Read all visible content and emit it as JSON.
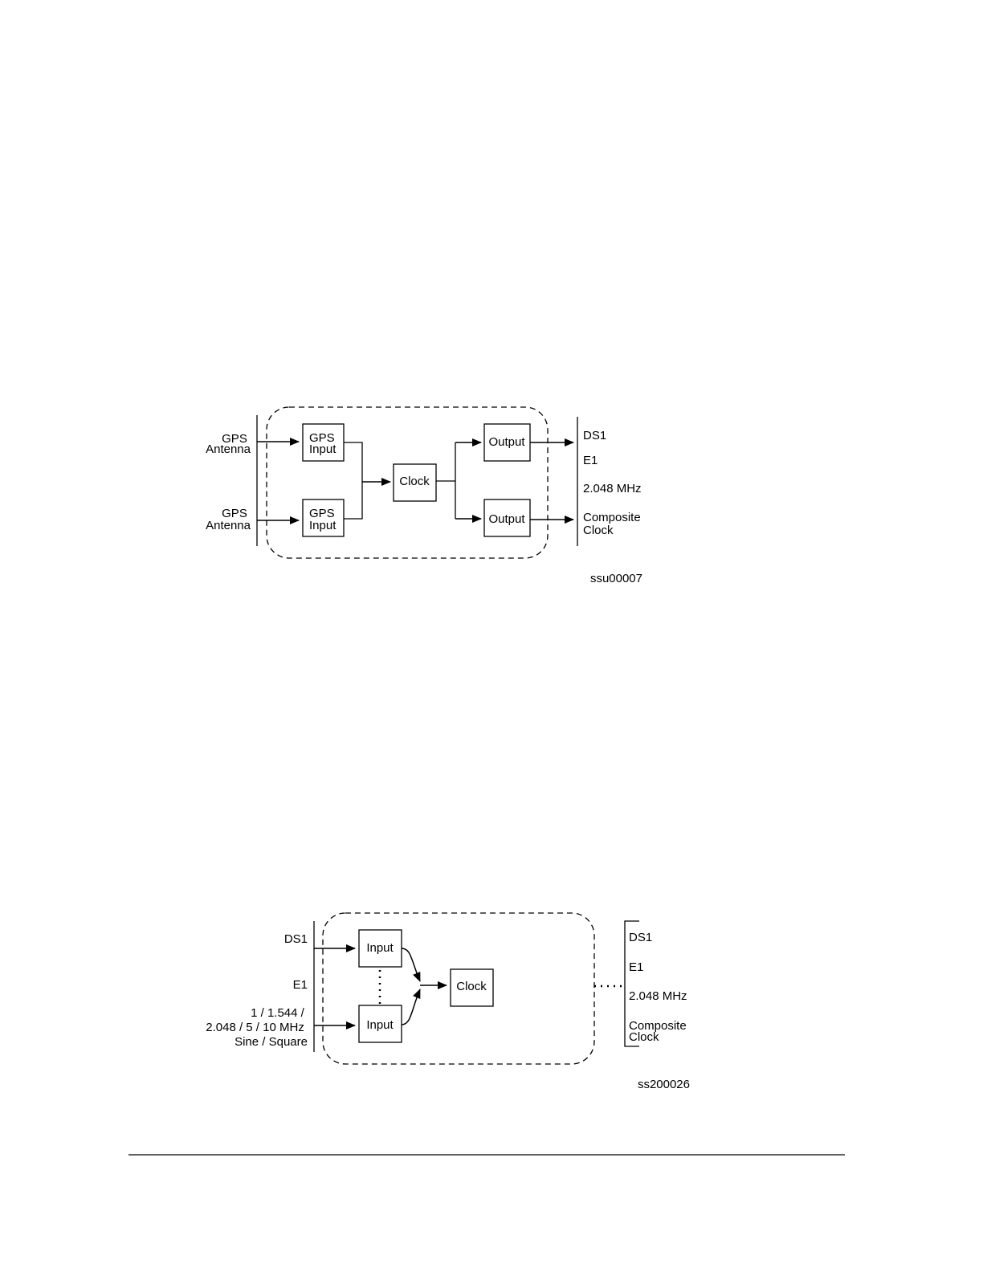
{
  "figure1": {
    "inputs": [
      {
        "line1": "GPS",
        "line2": "Antenna"
      },
      {
        "line1": "GPS",
        "line2": "Antenna"
      }
    ],
    "input_blocks": [
      {
        "line1": "GPS",
        "line2": "Input"
      },
      {
        "line1": "GPS",
        "line2": "Input"
      }
    ],
    "clock": "Clock",
    "output_blocks": [
      "Output",
      "Output"
    ],
    "outputs": [
      "DS1",
      "E1",
      "2.048 MHz",
      "Composite",
      "Clock"
    ],
    "figure_id": "ssu00007"
  },
  "figure2": {
    "inputs": [
      "DS1",
      "E1",
      "1 / 1.544 /",
      "2.048 / 5 / 10 MHz",
      "Sine / Square"
    ],
    "input_blocks": [
      "Input",
      "Input"
    ],
    "clock": "Clock",
    "outputs": [
      "DS1",
      "E1",
      "2.048 MHz",
      "Composite",
      "Clock"
    ],
    "figure_id": "ss200026"
  },
  "colors": {
    "line": "#000000",
    "background": "#ffffff"
  }
}
